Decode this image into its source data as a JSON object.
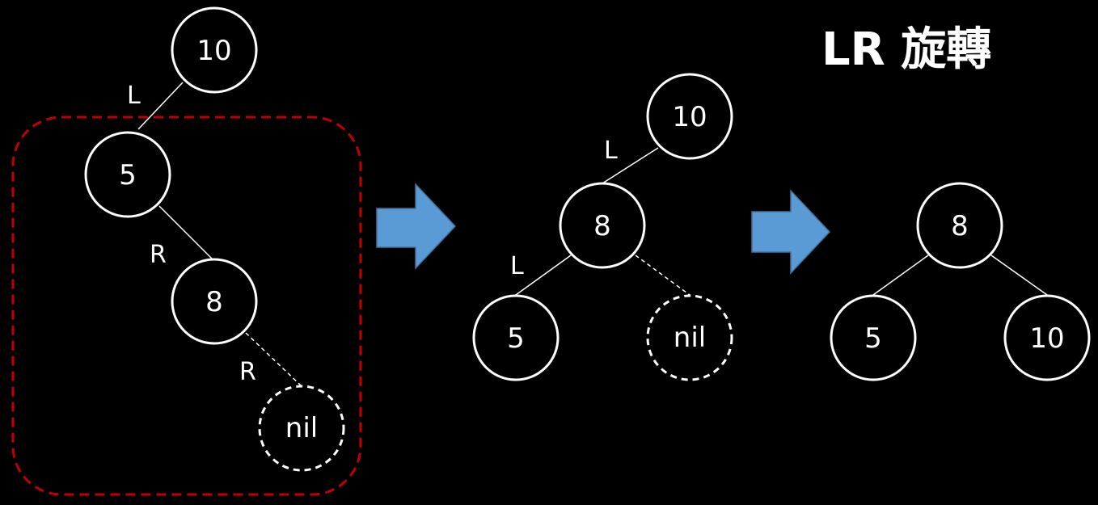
{
  "title": "LR 旋轉",
  "colors": {
    "background": "#000000",
    "foreground": "#ffffff",
    "highlight_box": "#c00000",
    "arrow_fill": "#5b9bd5",
    "arrow_stroke": "#41719c"
  },
  "diagrams": [
    {
      "name": "before",
      "nodes": [
        "10",
        "5",
        "8",
        "nil"
      ],
      "edge_labels": [
        "L",
        "R",
        "R"
      ]
    },
    {
      "name": "intermediate",
      "nodes": [
        "10",
        "8",
        "5",
        "nil"
      ],
      "edge_labels": [
        "L",
        "L"
      ]
    },
    {
      "name": "after",
      "nodes": [
        "8",
        "5",
        "10"
      ],
      "edge_labels": []
    }
  ],
  "arrows": [
    "arrow-right-icon",
    "arrow-right-icon"
  ]
}
